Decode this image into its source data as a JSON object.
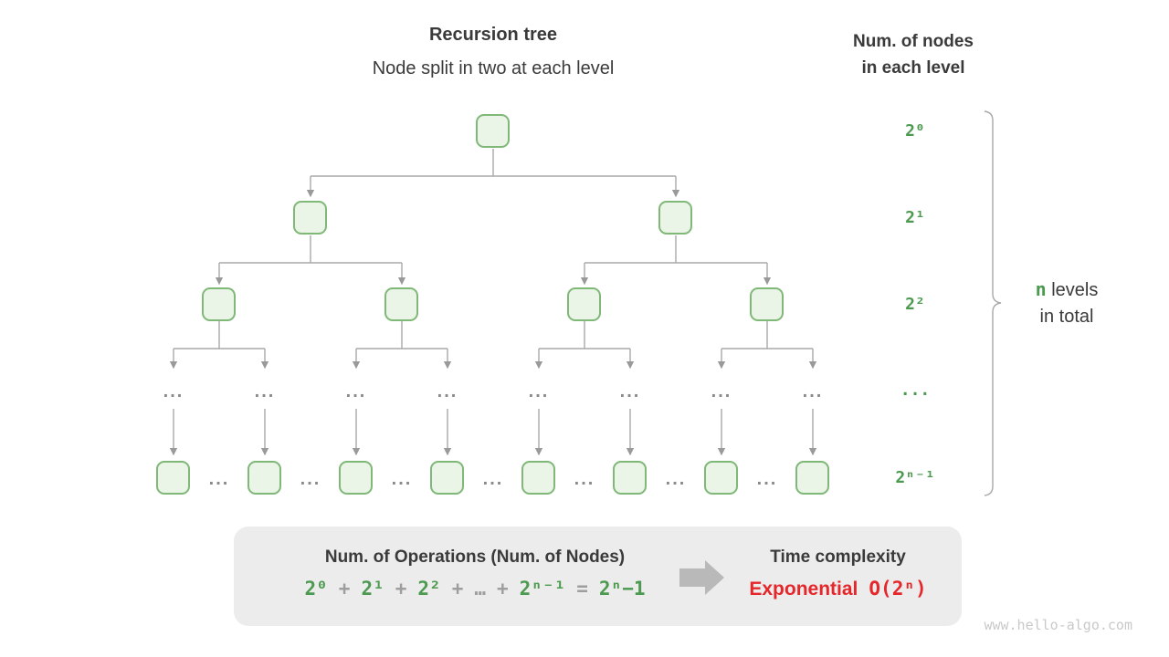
{
  "header": {
    "title": "Recursion tree",
    "subtitle": "Node split in two at each level",
    "right_title_line1": "Num. of nodes",
    "right_title_line2": "in each level"
  },
  "levels": {
    "labels": [
      "2⁰",
      "2¹",
      "2²",
      "...",
      "2ⁿ⁻¹"
    ],
    "brace_note": {
      "n": "n",
      "levels": " levels",
      "in_total": "in total"
    }
  },
  "tree": {
    "ellipsis": "..."
  },
  "summary_box": {
    "operations_title": "Num. of Operations (Num. of Nodes)",
    "formula_tokens": [
      {
        "text": "2⁰",
        "color": "green"
      },
      {
        "text": "+",
        "color": "gray"
      },
      {
        "text": "2¹",
        "color": "green"
      },
      {
        "text": "+",
        "color": "gray"
      },
      {
        "text": "2²",
        "color": "green"
      },
      {
        "text": "+",
        "color": "gray"
      },
      {
        "text": "…",
        "color": "gray"
      },
      {
        "text": "+",
        "color": "gray"
      },
      {
        "text": "2ⁿ⁻¹",
        "color": "green"
      },
      {
        "text": "=",
        "color": "gray"
      },
      {
        "text": "2ⁿ−1",
        "color": "green"
      }
    ],
    "time_complexity_title": "Time complexity",
    "complexity_name": "Exponential",
    "complexity_value": "O(2ⁿ)"
  },
  "watermark": "www.hello-algo.com",
  "colors": {
    "green": "#4c9a4f",
    "red": "#e5272b",
    "text_dark": "#3a3a3a",
    "gray_text": "#9e9e9e",
    "dots": "#8a8a8a",
    "connector": "#a9a9a9",
    "arrowhead": "#9a9a9a",
    "node_fill": "#eaf4e7",
    "node_border": "#7fb877",
    "box_bg": "#ececec",
    "arrow_gray": "#b9b9b9",
    "watermark": "#c9c9c9"
  }
}
